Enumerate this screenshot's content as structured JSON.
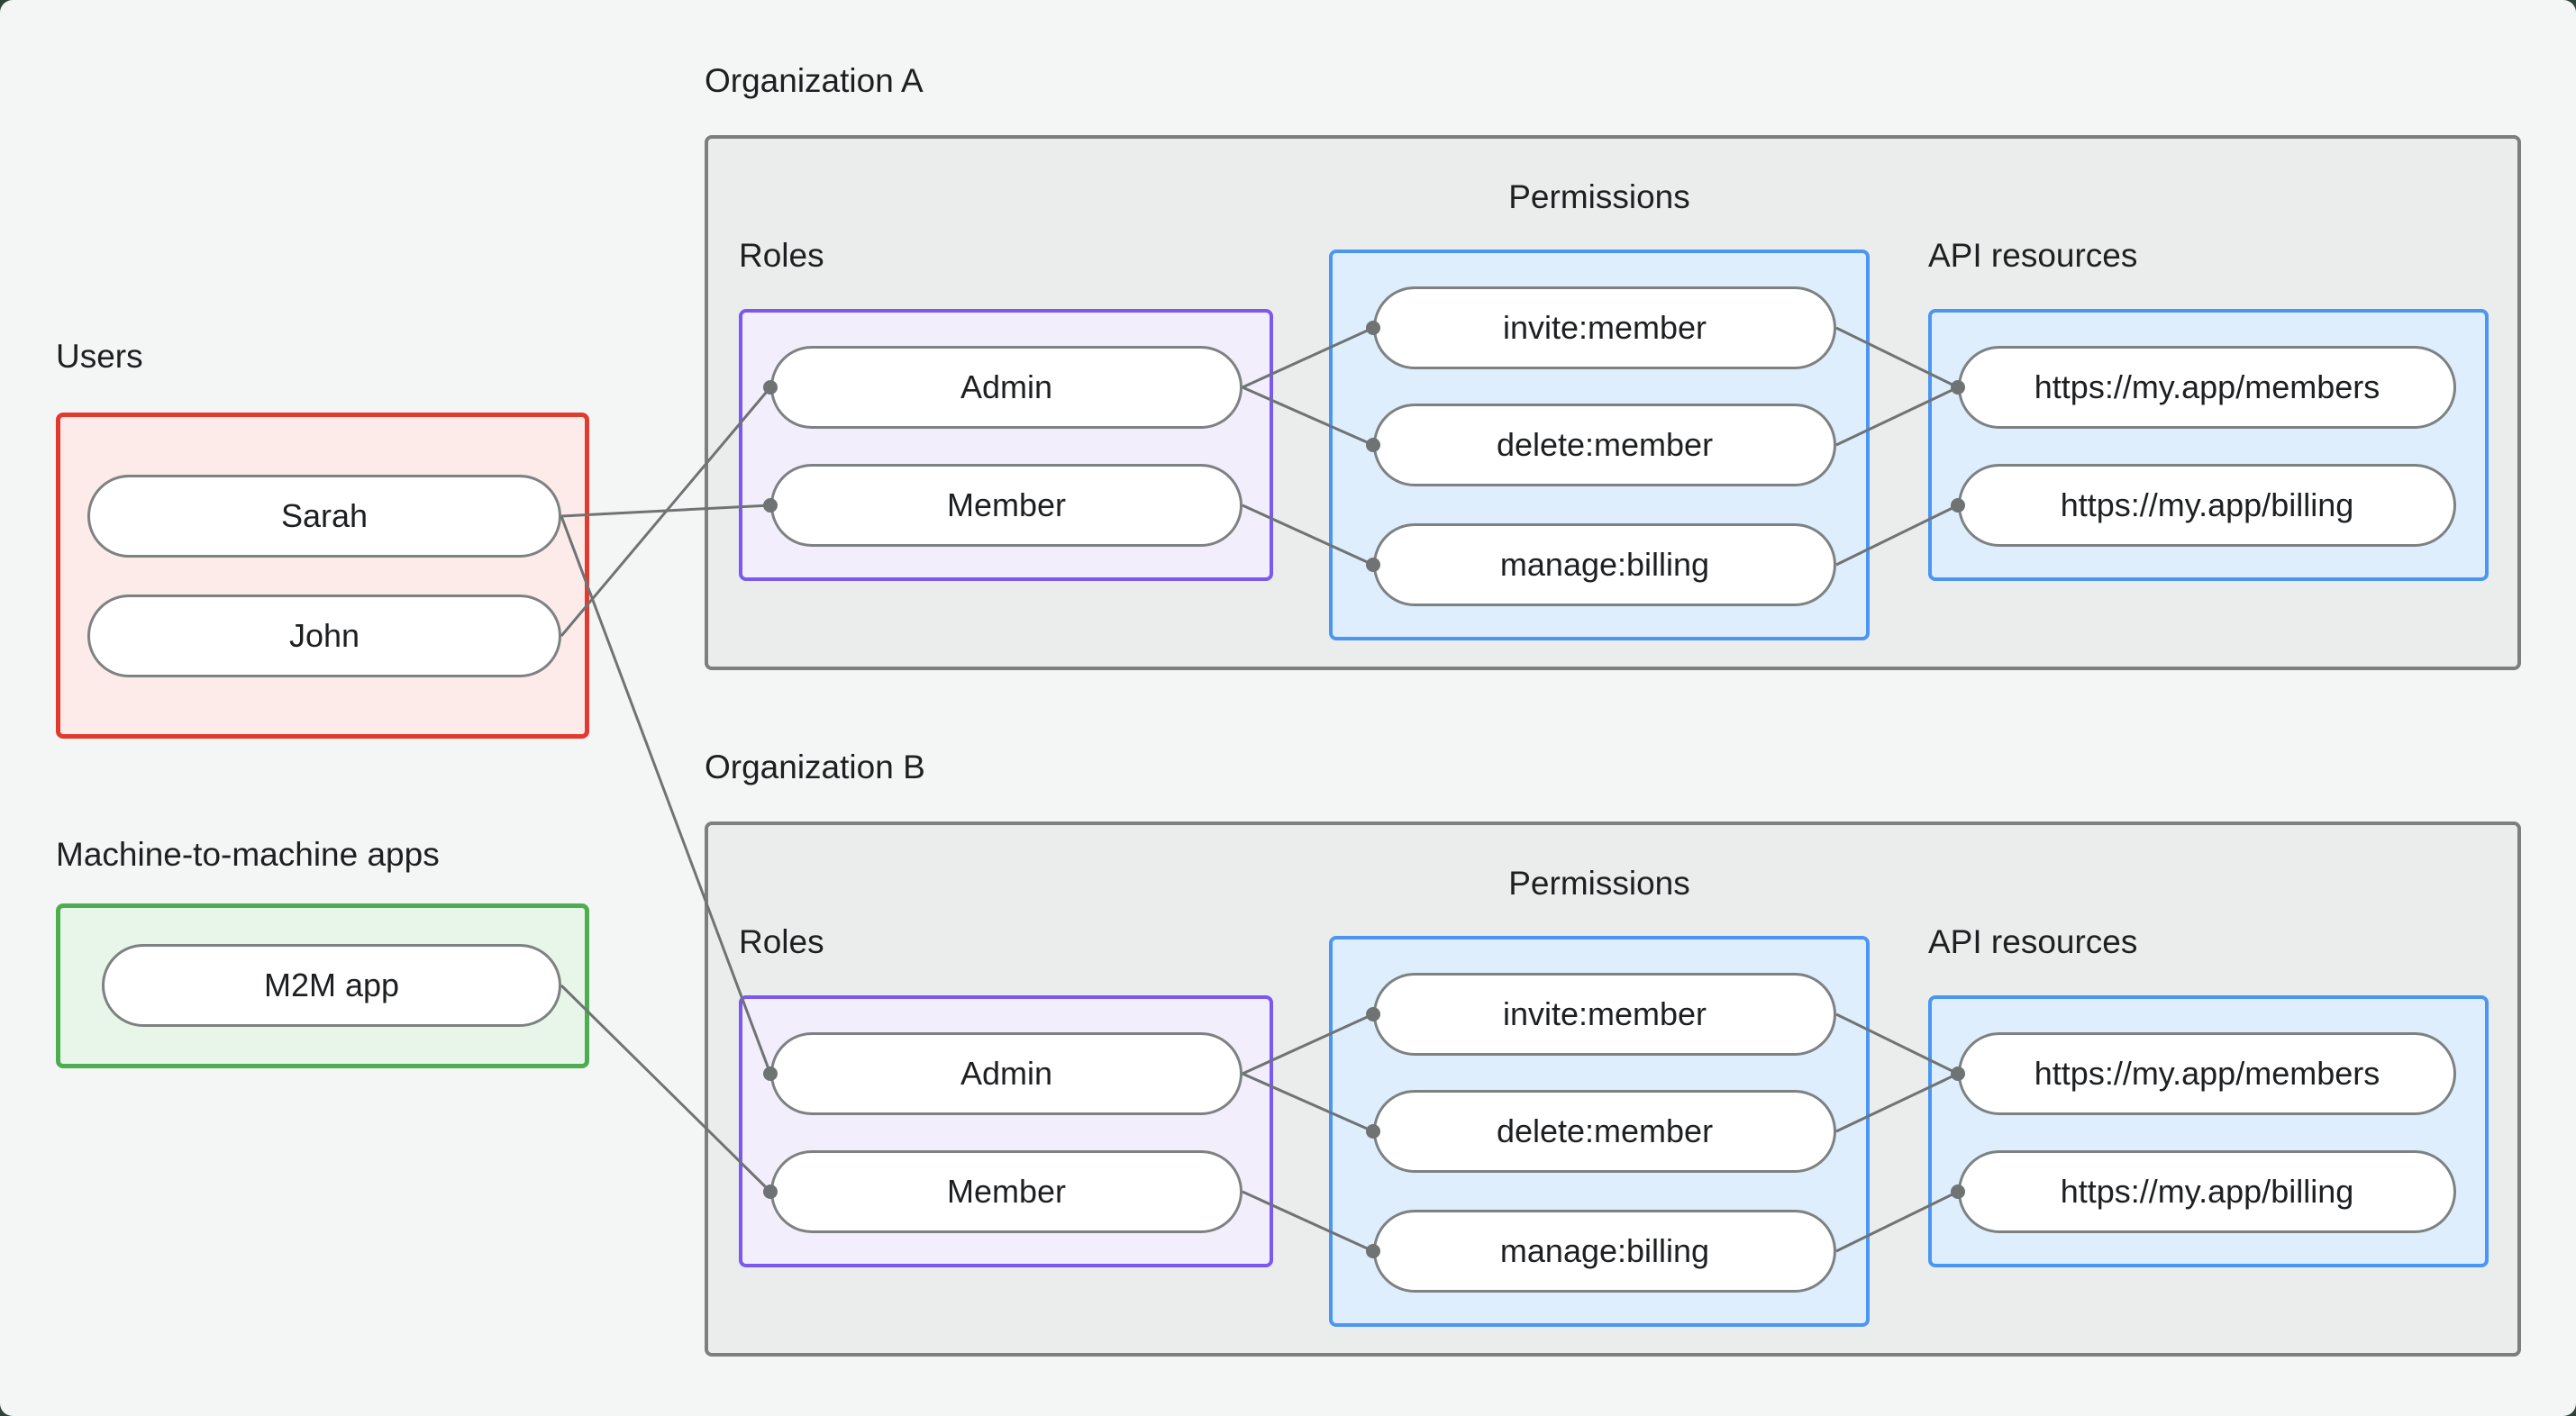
{
  "colors": {
    "background": "#f4f6f5",
    "outer_backdrop": "#2e4439",
    "users_border": "#e23a2e",
    "users_fill": "#fcebe9",
    "m2m_border": "#4cae51",
    "m2m_fill": "#e8f5e9",
    "org_border": "#7b7f7e",
    "org_fill": "#ebedec",
    "roles_border": "#7a58f1",
    "roles_fill": "#f2eefb",
    "permissions_border": "#4b96f3",
    "permissions_fill": "#deeefc",
    "node_border": "#7d8181",
    "node_fill": "#ffffff",
    "edge_color": "#6f7374",
    "text_color": "#1d1f21"
  },
  "users_group": {
    "label": "Users",
    "nodes": [
      "Sarah",
      "John"
    ]
  },
  "m2m_group": {
    "label": "Machine-to-machine apps",
    "nodes": [
      "M2M app"
    ]
  },
  "organizations": [
    {
      "label": "Organization A",
      "roles": {
        "label": "Roles",
        "nodes": [
          "Admin",
          "Member"
        ]
      },
      "permissions": {
        "label": "Permissions",
        "nodes": [
          "invite:member",
          "delete:member",
          "manage:billing"
        ]
      },
      "api_resources": {
        "label": "API resources",
        "nodes": [
          "https://my.app/members",
          "https://my.app/billing"
        ]
      }
    },
    {
      "label": "Organization B",
      "roles": {
        "label": "Roles",
        "nodes": [
          "Admin",
          "Member"
        ]
      },
      "permissions": {
        "label": "Permissions",
        "nodes": [
          "invite:member",
          "delete:member",
          "manage:billing"
        ]
      },
      "api_resources": {
        "label": "API resources",
        "nodes": [
          "https://my.app/members",
          "https://my.app/billing"
        ]
      }
    }
  ]
}
